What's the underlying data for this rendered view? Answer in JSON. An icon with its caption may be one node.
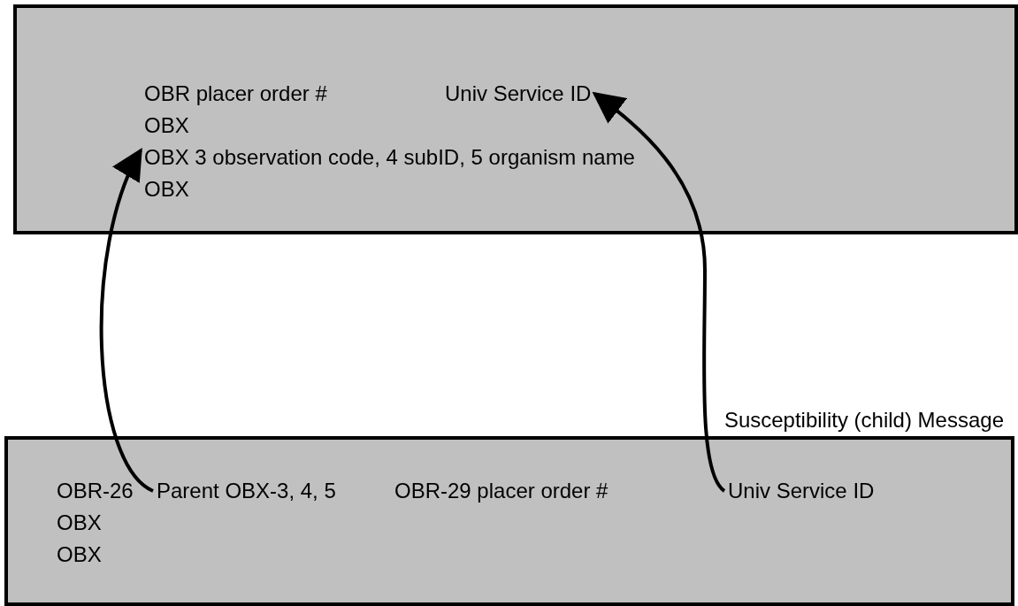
{
  "diagram": {
    "nodes": [
      {
        "text": [],
        "shape": "box"
      },
      {
        "text": [
          "OBR placer order #"
        ],
        "in": 0
      },
      {
        "text": [
          "Univ Service ID"
        ],
        "in": 0
      },
      {
        "text": [
          "OBX"
        ],
        "in": 0
      },
      {
        "text": [
          "OBX 3 observation code, 4 subID, 5 organism name"
        ],
        "in": 0
      },
      {
        "text": [
          "OBX"
        ],
        "in": 0
      },
      {
        "text": [
          "Susceptibility (child) Message"
        ]
      },
      {
        "text": [
          "OBR-26"
        ],
        "in": 6
      },
      {
        "text": [
          "Parent OBX-3, 4, 5"
        ],
        "in": 6
      },
      {
        "text": [
          "OBR-29 placer order #"
        ],
        "in": 6
      },
      {
        "text": [
          "Univ Service ID"
        ],
        "in": 6
      },
      {
        "text": [
          "OBX"
        ],
        "in": 6
      },
      {
        "text": [
          "OBX"
        ],
        "in": 6
      }
    ],
    "edges": [
      {
        "from": 8,
        "to": 4,
        "arrow": "to"
      },
      {
        "from": 10,
        "to": 2,
        "arrow": "to"
      }
    ]
  }
}
